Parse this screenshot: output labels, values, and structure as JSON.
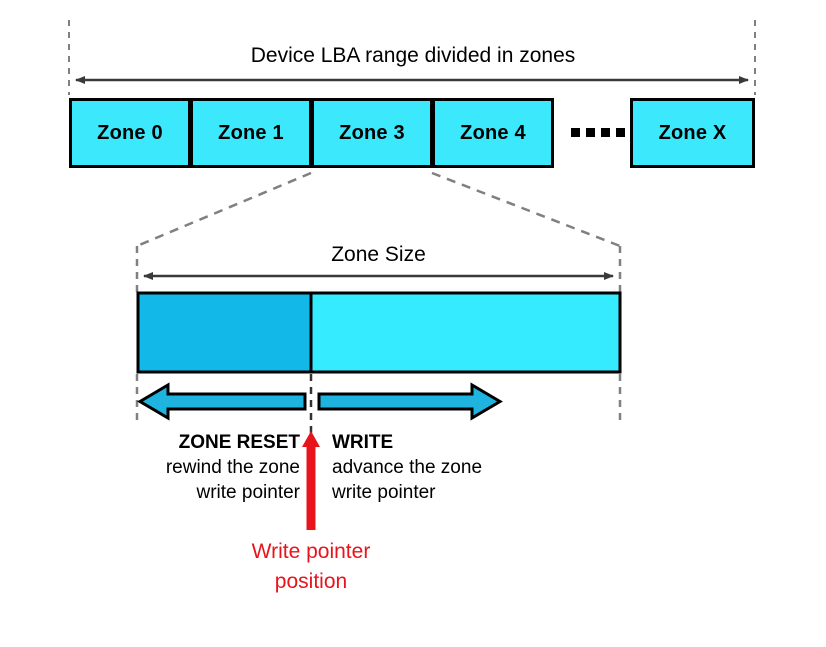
{
  "diagram": {
    "title_top": "Device LBA range divided in zones",
    "title_zone": "Zone Size",
    "zones": [
      {
        "label": "Zone 0"
      },
      {
        "label": "Zone 1"
      },
      {
        "label": "Zone 3"
      },
      {
        "label": "Zone 4"
      },
      {
        "label": "Zone X"
      }
    ],
    "ellipsis": "••••",
    "reset_block": {
      "heading": "ZONE RESET",
      "line1": "rewind the zone",
      "line2": "write pointer"
    },
    "write_block": {
      "heading": "WRITE",
      "line1": "advance the zone",
      "line2": "write pointer"
    },
    "pointer_block": {
      "line1": "Write pointer",
      "line2": "position"
    },
    "colors": {
      "zone_fill": "#3ce9fc",
      "written_fill": "#11b8e8",
      "unwritten_fill": "#35ebff",
      "arrow_fill": "#1fb4e0",
      "outline": "#000000",
      "guide": "#808080",
      "pointer_red": "#e8141c"
    }
  }
}
